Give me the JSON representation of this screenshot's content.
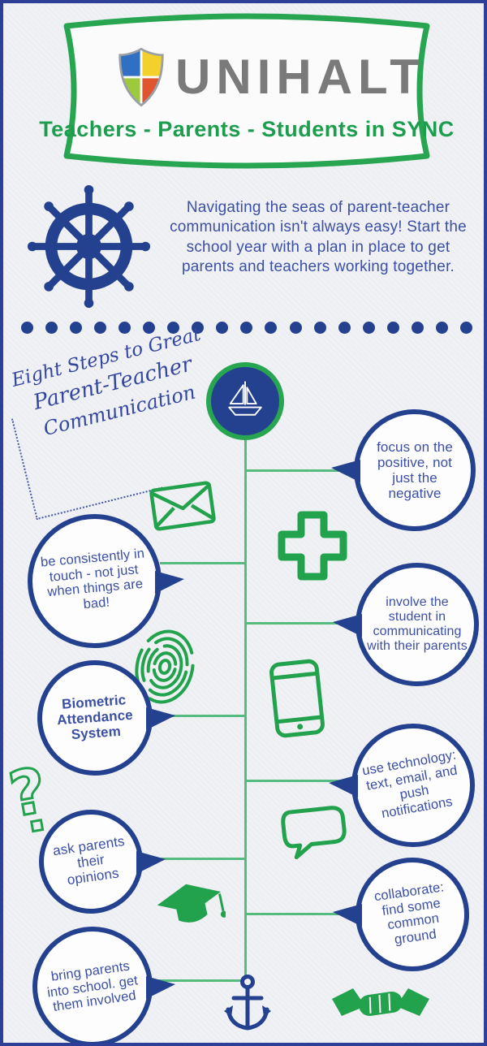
{
  "header": {
    "brand": "UNIHALT",
    "tagline": "Teachers - Parents - Students in SYNC"
  },
  "intro": {
    "text": "Navigating the seas of parent-teacher communication isn't always easy! Start the school year with a plan in place to get parents and teachers working together."
  },
  "divider": {
    "dot_count": 19
  },
  "steps_heading": {
    "line1": "Eight Steps to Great",
    "line2": "Parent-Teacher",
    "line3": "Communication"
  },
  "bubbles": [
    {
      "id": "focus-positive",
      "side": "right",
      "text": "focus on the positive, not just the negative"
    },
    {
      "id": "consistent-touch",
      "side": "left",
      "text": "be consistently in touch - not just when things are bad!"
    },
    {
      "id": "involve-student",
      "side": "right",
      "text": "involve the student in communicating with their parents"
    },
    {
      "id": "biometric",
      "side": "left",
      "text": "Biometric Attendance System"
    },
    {
      "id": "use-technology",
      "side": "right",
      "text": "use technology: text, email, and push notifications"
    },
    {
      "id": "ask-parents",
      "side": "left",
      "text": "ask parents their opinions"
    },
    {
      "id": "collaborate",
      "side": "right",
      "text": "collaborate: find some common ground"
    },
    {
      "id": "bring-parents",
      "side": "left",
      "text": "bring parents into school. get them involved"
    }
  ],
  "icons": {
    "logo": "shield-logo-icon",
    "intro": "ship-wheel-icon",
    "timeline_start": "sailboat-icon",
    "decorations": [
      "envelope-icon",
      "plus-icon",
      "fingerprint-icon",
      "smartphone-icon",
      "question-mark-icon",
      "chat-bubble-icon",
      "graduation-cap-icon",
      "anchor-icon",
      "handshake-icon"
    ]
  },
  "colors": {
    "navy": "#24418f",
    "blue_text": "#3b4fa5",
    "green": "#23a24d",
    "line_green": "#56bb7e",
    "brand_gray": "#7a7a7a",
    "tagline_green": "#1d9e4e",
    "background": "#f0f1f4",
    "page_border": "#2e3f97"
  }
}
